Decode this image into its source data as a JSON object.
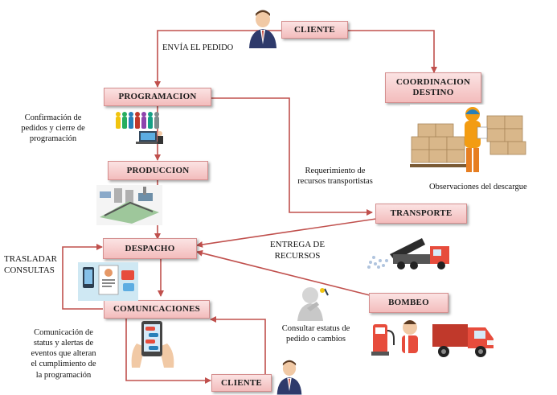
{
  "nodes": {
    "cliente_top": "CLIENTE",
    "coordinacion": "COORDINACION\nDESTINO",
    "programacion": "PROGRAMACION",
    "produccion": "PRODUCCION",
    "transporte": "TRANSPORTE",
    "despacho": "DESPACHO",
    "bombeo": "BOMBEO",
    "comunicaciones": "COMUNICACIONES",
    "cliente_bottom": "CLIENTE"
  },
  "labels": {
    "envia_pedido": "ENVÍA EL PEDIDO",
    "confirmacion": "Confirmación de\npedidos y cierre de\nprogramación",
    "requerimiento": "Requerimiento de\nrecursos transportistas",
    "observaciones": "Observaciones del descargue",
    "entrega": "ENTREGA DE\nRECURSOS",
    "trasladar": "TRASLADAR\nCONSULTAS",
    "consultar": "Consultar estatus de\npedido o cambios",
    "comunicacion": "Comunicación de\nstatus y  alertas de\neventos que alteran\nel cumplimiento de\nla programación"
  },
  "colors": {
    "node_fill_top": "#fbe3e3",
    "node_fill_bottom": "#f3bcbc",
    "arrow": "#c0504d"
  },
  "icons": [
    "businessman-icon",
    "team-computer-icon",
    "production-plant-icon",
    "worker-boxes-icon",
    "phone-chat-icon",
    "tablet-icon",
    "thinking-person-icon",
    "dump-truck-icon",
    "fuel-pump-icon",
    "red-truck-icon"
  ]
}
